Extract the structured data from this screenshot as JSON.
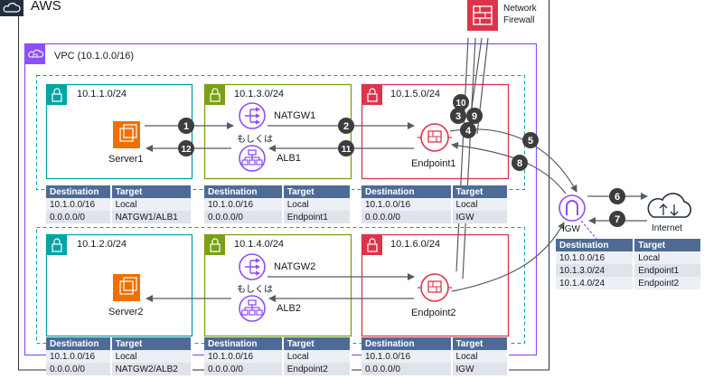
{
  "cloud": {
    "label": "AWS"
  },
  "vpc": {
    "label": "VPC (10.1.0.0/16)"
  },
  "firewall": {
    "label_line1": "Network",
    "label_line2": "Firewall"
  },
  "subnets": {
    "s1": "10.1.1.0/24",
    "s2": "10.1.2.0/24",
    "s3": "10.1.3.0/24",
    "s4": "10.1.4.0/24",
    "s5": "10.1.5.0/24",
    "s6": "10.1.6.0/24"
  },
  "nodes": {
    "server1": "Server1",
    "server2": "Server2",
    "natgw1": "NATGW1",
    "natgw2": "NATGW2",
    "alb1": "ALB1",
    "alb2": "ALB2",
    "or_label": "もしくは",
    "endpoint1": "Endpoint1",
    "endpoint2": "Endpoint2",
    "igw": "IGW",
    "internet": "Internet"
  },
  "steps": [
    "1",
    "2",
    "3",
    "4",
    "5",
    "6",
    "7",
    "8",
    "9",
    "10",
    "11",
    "12"
  ],
  "colors": {
    "public_subnet_green": "#7aa116",
    "private_subnet_teal": "#00a4a6",
    "firewall_subnet_red": "#dd344c",
    "vpc_purple": "#8c4fff",
    "table_header": "#4e6b96"
  },
  "route_tables": {
    "rt1": {
      "headers": [
        "Destination",
        "Target"
      ],
      "rows": [
        [
          "10.1.0.0/16",
          "Local"
        ],
        [
          "0.0.0.0/0",
          "NATGW1/ALB1"
        ]
      ]
    },
    "rt2": {
      "headers": [
        "Destination",
        "Target"
      ],
      "rows": [
        [
          "10.1.0.0/16",
          "Local"
        ],
        [
          "0.0.0.0/0",
          "NATGW2/ALB2"
        ]
      ]
    },
    "rt3": {
      "headers": [
        "Destination",
        "Target"
      ],
      "rows": [
        [
          "10.1.0.0/16",
          "Local"
        ],
        [
          "0.0.0.0/0",
          "Endpoint1"
        ]
      ]
    },
    "rt4": {
      "headers": [
        "Destination",
        "Target"
      ],
      "rows": [
        [
          "10.1.0.0/16",
          "Local"
        ],
        [
          "0.0.0.0/0",
          "Endpoint2"
        ]
      ]
    },
    "rt5": {
      "headers": [
        "Destination",
        "Target"
      ],
      "rows": [
        [
          "10.1.0.0/16",
          "Local"
        ],
        [
          "0.0.0.0/0",
          "IGW"
        ]
      ]
    },
    "rt6": {
      "headers": [
        "Destination",
        "Target"
      ],
      "rows": [
        [
          "10.1.0.0/16",
          "Local"
        ],
        [
          "0.0.0.0/0",
          "IGW"
        ]
      ]
    },
    "rt_igw": {
      "headers": [
        "Destination",
        "Target"
      ],
      "rows": [
        [
          "10.1.0.0/16",
          "Local"
        ],
        [
          "10.1.3.0/24",
          "Endpoint1"
        ],
        [
          "10.1.4.0/24",
          "Endpoint2"
        ]
      ]
    }
  }
}
